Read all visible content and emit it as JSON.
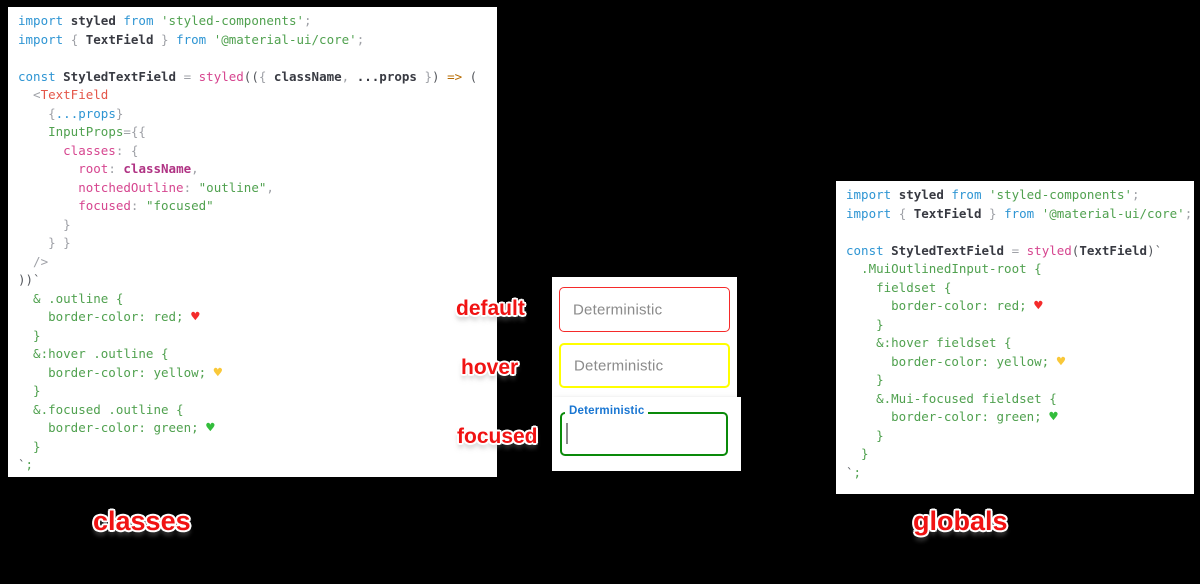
{
  "labels": {
    "default": "default",
    "hover": "hover",
    "focused": "focused",
    "classes": "classes",
    "globals": "globals"
  },
  "fields": {
    "default": {
      "placeholder": "Deterministic",
      "border": "#f52a2a"
    },
    "hover": {
      "placeholder": "Deterministic",
      "border": "#ffff00"
    },
    "focused": {
      "label": "Deterministic",
      "border": "#0a8a0a",
      "label_color": "#1976d2"
    }
  },
  "colors": {
    "background": "#000000",
    "panel": "#ffffff",
    "annotation_red": "#f01313",
    "keyword_blue": "#2e95d3",
    "string_green": "#50a14f",
    "pink": "#d6458f",
    "placeholder_gray": "#8b8b8b",
    "focused_label_blue": "#1976d2"
  },
  "left_code": {
    "lines": [
      [
        [
          "k",
          "import "
        ],
        [
          "i",
          "styled "
        ],
        [
          "k",
          "from "
        ],
        [
          "s",
          "'styled-components'"
        ],
        [
          "g",
          ";"
        ]
      ],
      [
        [
          "k",
          "import "
        ],
        [
          "g",
          "{ "
        ],
        [
          "i",
          "TextField"
        ],
        [
          "g",
          " } "
        ],
        [
          "k",
          "from "
        ],
        [
          "s",
          "'@material-ui/core'"
        ],
        [
          "g",
          ";"
        ]
      ],
      [],
      [
        [
          "k",
          "const "
        ],
        [
          "i",
          "StyledTextField "
        ],
        [
          "g",
          "= "
        ],
        [
          "p",
          "styled"
        ],
        [
          "d",
          "(("
        ],
        [
          "g",
          "{ "
        ],
        [
          "i",
          "className"
        ],
        [
          "g",
          ", "
        ],
        [
          "i",
          "...props"
        ],
        [
          "g",
          " }"
        ],
        [
          "d",
          ") "
        ],
        [
          "o",
          "=> "
        ],
        [
          "d",
          "("
        ]
      ],
      [
        [
          "g",
          "  <"
        ],
        [
          "t",
          "TextField"
        ]
      ],
      [
        [
          "g",
          "    {"
        ],
        [
          "k",
          "...props"
        ],
        [
          "g",
          "}"
        ]
      ],
      [
        [
          "g",
          "    "
        ],
        [
          "s",
          "InputProps"
        ],
        [
          "g",
          "={{"
        ]
      ],
      [
        [
          "g",
          "      "
        ],
        [
          "p",
          "classes"
        ],
        [
          "g",
          ": {"
        ]
      ],
      [
        [
          "g",
          "        "
        ],
        [
          "p",
          "root"
        ],
        [
          "g",
          ": "
        ],
        [
          "m",
          "className"
        ],
        [
          "g",
          ","
        ]
      ],
      [
        [
          "g",
          "        "
        ],
        [
          "p",
          "notchedOutline"
        ],
        [
          "g",
          ": "
        ],
        [
          "s",
          "\"outline\""
        ],
        [
          "g",
          ","
        ]
      ],
      [
        [
          "g",
          "        "
        ],
        [
          "p",
          "focused"
        ],
        [
          "g",
          ": "
        ],
        [
          "s",
          "\"focused\""
        ]
      ],
      [
        [
          "g",
          "      }"
        ]
      ],
      [
        [
          "g",
          "    } }"
        ]
      ],
      [
        [
          "g",
          "  />"
        ]
      ],
      [
        [
          "d",
          "))`"
        ]
      ],
      [
        [
          "s",
          "  & .outline {"
        ]
      ],
      [
        [
          "s",
          "    border-color: red; "
        ],
        [
          "er",
          "♥"
        ]
      ],
      [
        [
          "s",
          "  }"
        ]
      ],
      [
        [
          "s",
          "  &:hover .outline {"
        ]
      ],
      [
        [
          "s",
          "    border-color: yellow; "
        ],
        [
          "ey",
          "♥"
        ]
      ],
      [
        [
          "s",
          "  }"
        ]
      ],
      [
        [
          "s",
          "  &.focused .outline {"
        ]
      ],
      [
        [
          "s",
          "    border-color: green; "
        ],
        [
          "eg",
          "♥"
        ]
      ],
      [
        [
          "s",
          "  }"
        ]
      ],
      [
        [
          "d",
          "`"
        ],
        [
          "s",
          ";"
        ]
      ]
    ]
  },
  "right_code": {
    "lines": [
      [
        [
          "k",
          "import "
        ],
        [
          "i",
          "styled "
        ],
        [
          "k",
          "from "
        ],
        [
          "s",
          "'styled-components'"
        ],
        [
          "g",
          ";"
        ]
      ],
      [
        [
          "k",
          "import "
        ],
        [
          "g",
          "{ "
        ],
        [
          "i",
          "TextField"
        ],
        [
          "g",
          " } "
        ],
        [
          "k",
          "from "
        ],
        [
          "s",
          "'@material-ui/core'"
        ],
        [
          "g",
          ";"
        ]
      ],
      [],
      [
        [
          "k",
          "const "
        ],
        [
          "i",
          "StyledTextField "
        ],
        [
          "g",
          "= "
        ],
        [
          "p",
          "styled"
        ],
        [
          "d",
          "("
        ],
        [
          "i",
          "TextField"
        ],
        [
          "d",
          ")`"
        ]
      ],
      [
        [
          "s",
          "  .MuiOutlinedInput-root {"
        ]
      ],
      [
        [
          "s",
          "    fieldset {"
        ]
      ],
      [
        [
          "s",
          "      border-color: red; "
        ],
        [
          "er",
          "♥"
        ]
      ],
      [
        [
          "s",
          "    }"
        ]
      ],
      [
        [
          "s",
          "    &:hover fieldset {"
        ]
      ],
      [
        [
          "s",
          "      border-color: yellow; "
        ],
        [
          "ey",
          "♥"
        ]
      ],
      [
        [
          "s",
          "    }"
        ]
      ],
      [
        [
          "s",
          "    &.Mui-focused fieldset {"
        ]
      ],
      [
        [
          "s",
          "      border-color: green; "
        ],
        [
          "eg",
          "♥"
        ]
      ],
      [
        [
          "s",
          "    }"
        ]
      ],
      [
        [
          "s",
          "  }"
        ]
      ],
      [
        [
          "d",
          "`"
        ],
        [
          "s",
          ";"
        ]
      ]
    ]
  }
}
